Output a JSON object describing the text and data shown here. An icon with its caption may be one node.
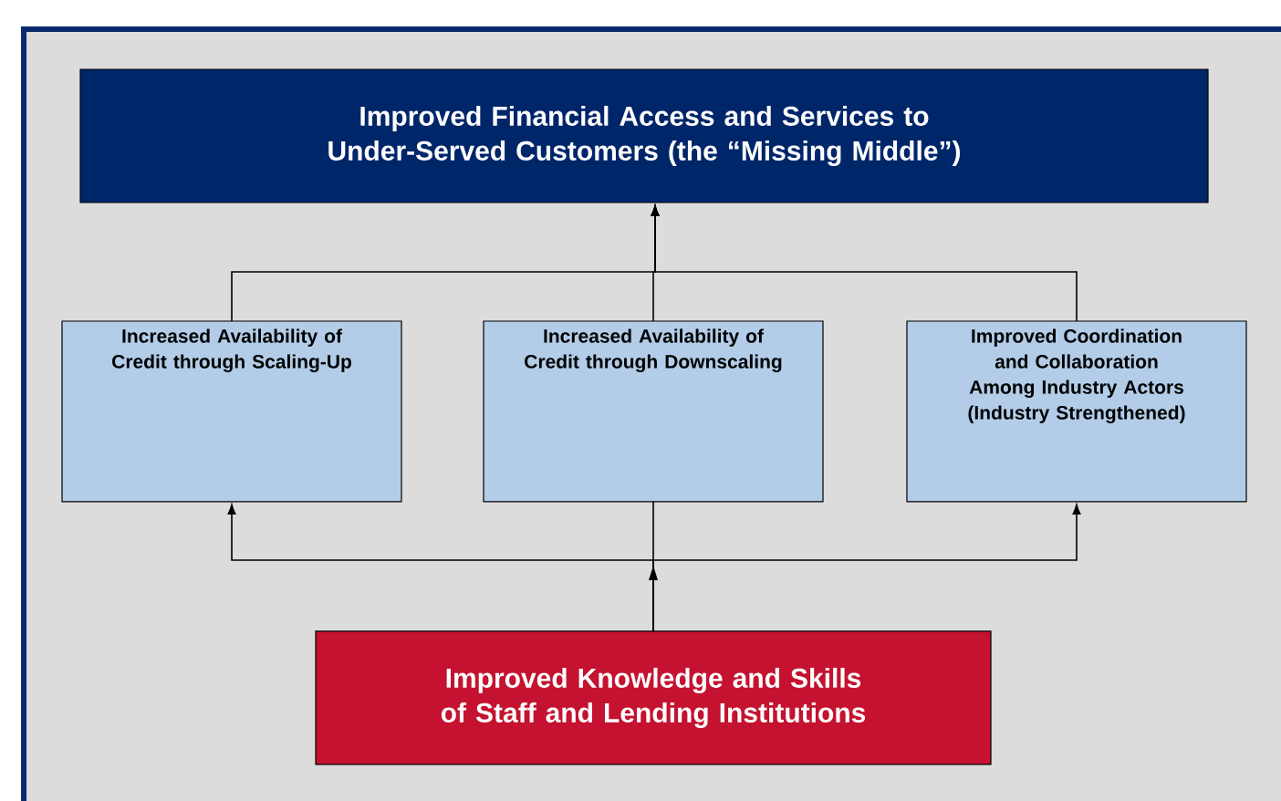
{
  "diagram": {
    "nodes": [
      {
        "text": [
          "Improved Financial Access and Services to Under-Served Customers (the “Missing Middle”)"
        ]
      },
      {
        "text": [
          "Increased Availability of Credit through Scaling-Up"
        ]
      },
      {
        "text": [
          "Increased Availability of Credit through Downscaling"
        ]
      },
      {
        "text": [
          "Improved Coordination and Collaboration Among Industry Actors (Industry Strengthened)"
        ]
      },
      {
        "text": [
          "Improved Knowledge and Skills of Staff and Lending Institutions"
        ]
      }
    ],
    "edges": [
      {
        "from": 1,
        "to": 0,
        "arrow": "to"
      },
      {
        "from": 2,
        "to": 0,
        "arrow": "to"
      },
      {
        "from": 3,
        "to": 0,
        "arrow": "to"
      },
      {
        "from": 4,
        "to": 1,
        "arrow": "to"
      },
      {
        "from": 4,
        "to": 2,
        "arrow": "to"
      },
      {
        "from": 4,
        "to": 3,
        "arrow": "to"
      }
    ]
  }
}
